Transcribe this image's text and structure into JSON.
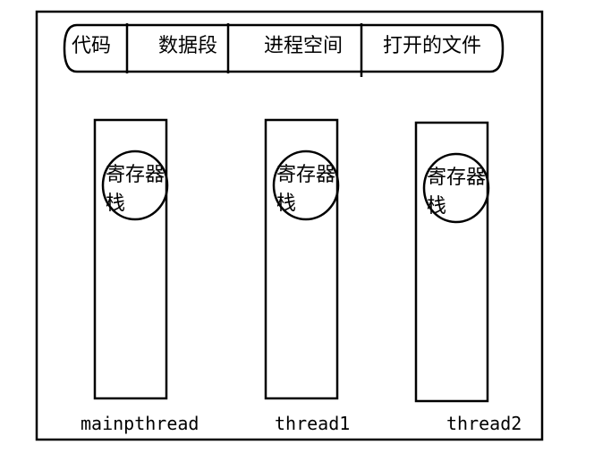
{
  "process_bar": {
    "segments": [
      "代码",
      "数据段",
      "进程空间",
      "打开的文件"
    ]
  },
  "threads": [
    {
      "line1": "寄存器",
      "line2": "栈",
      "label": "mainpthread"
    },
    {
      "line1": "寄存器",
      "line2": "栈",
      "label": "thread1"
    },
    {
      "line1": "寄存器",
      "line2": "栈",
      "label": "thread2"
    }
  ]
}
